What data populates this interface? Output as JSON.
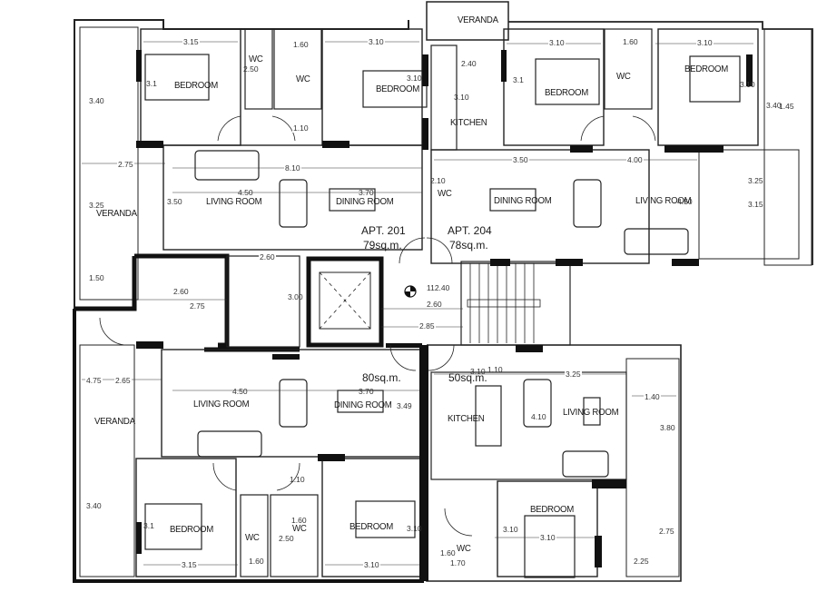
{
  "plan": {
    "apartments": [
      {
        "id": "apt-201",
        "label": "APT. 201",
        "area": "79sq.m."
      },
      {
        "id": "apt-204",
        "label": "APT. 204",
        "area": "78sq.m."
      },
      {
        "id": "apt-sw",
        "area": "80sq.m."
      },
      {
        "id": "apt-se",
        "area": "50sq.m."
      }
    ],
    "rooms": {
      "nw_bedroom": "BEDROOM",
      "nw_wc1": "WC",
      "nw_wc2": "WC",
      "nw_bedroom2": "BEDROOM",
      "nw_veranda": "VERANDA",
      "nw_living": "LIVING ROOM",
      "nw_dining": "DINING ROOM",
      "top_veranda": "VERANDA",
      "ne_kitchen": "KITCHEN",
      "ne_bedroom1": "BEDROOM",
      "ne_wc": "WC",
      "ne_bedroom2": "BEDROOM",
      "ne_wc_small": "WC",
      "ne_dining": "DINING ROOM",
      "ne_living": "LIVING ROOM",
      "sw_veranda": "VERANDA",
      "sw_living": "LIVING ROOM",
      "sw_dining": "DINING ROOM",
      "sw_bedroom1": "BEDROOM",
      "sw_wc1": "WC",
      "sw_wc2": "WC",
      "sw_bedroom2": "BEDROOM",
      "se_kitchen": "KITCHEN",
      "se_living": "LIVING ROOM",
      "se_bedroom": "BEDROOM",
      "se_wc": "WC"
    },
    "dimensions": {
      "d_315_top": "3.15",
      "d_160_top_l": "1.60",
      "d_310_top_l": "3.10",
      "d_250": "2.50",
      "d_110_top_l": "1.10",
      "d_340_l": "3.40",
      "d_275_l": "2.75",
      "d_325_l": "3.25",
      "d_150_l": "1.50",
      "d_810": "8.10",
      "d_450_top": "4.50",
      "d_370_top": "3.70",
      "d_350_l": "3.50",
      "d_31_l": "3.1",
      "d_310_bed_top": "3.10",
      "d_240": "2.40",
      "d_310_kitchen": "3.10",
      "d_310_top_r": "3.10",
      "d_160_top_r": "1.60",
      "d_310_top_r2": "3.10",
      "d_31_r": "3.1",
      "d_310_bed_r": "3.10",
      "d_340_r": "3.40",
      "d_145": "1.45",
      "d_350_r": "3.50",
      "d_400": "4.00",
      "d_210": "2.10",
      "d_325_r": "3.25",
      "d_315_r": "3.15",
      "d_450_r": "4.50",
      "d_260_kit_a": "2.60",
      "d_260_kit_b": "2.60",
      "d_275_kit": "2.75",
      "d_300": "3.00",
      "d_1240": "112.40",
      "d_260_stair": "2.60",
      "d_285": "2.85",
      "d_475": "4.75",
      "d_265": "2.65",
      "d_450_sw": "4.50",
      "d_370_sw": "3.70",
      "d_349": "3.49",
      "d_340_sw": "3.40",
      "d_110_sw": "1.10",
      "d_31_sw": "3.1",
      "d_160_sw": "1.60",
      "d_250_sw": "2.50",
      "d_160_sw2": "1.60",
      "d_315_sw": "3.15",
      "d_310_sw": "3.10",
      "d_310_sw2": "3.10",
      "d_310_se": "3.10",
      "d_110_se": "1.10",
      "d_325_se": "3.25",
      "d_410": "4.10",
      "d_140": "1.40",
      "d_380": "3.80",
      "d_310_se_bed": "3.10",
      "d_310_se_bed2": "3.10",
      "d_275_se": "2.75",
      "d_225": "2.25",
      "d_160_se": "1.60",
      "d_170": "1.70"
    },
    "colors": {
      "wall": "#111111",
      "line": "#333333",
      "paper": "#ffffff"
    }
  }
}
